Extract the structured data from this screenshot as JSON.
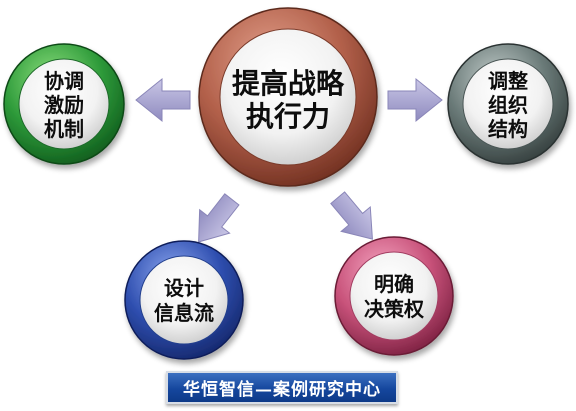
{
  "center": {
    "line1": "提高战略",
    "line2": "执行力",
    "ring_color": "#b2604a"
  },
  "nodes": {
    "coordinate": {
      "line1": "协调",
      "line2": "激励",
      "line3": "机制",
      "ring_color": "#2e9b3a"
    },
    "restructure": {
      "line1": "调整",
      "line2": "组织",
      "line3": "结构",
      "ring_color": "#6a7a78"
    },
    "info_flow": {
      "line1": "设计",
      "line2": "信息流",
      "ring_color": "#2f4fb0"
    },
    "authority": {
      "line1": "明确",
      "line2": "决策权",
      "ring_color": "#c8527a"
    }
  },
  "banner": {
    "text": "华恒智信—案例研究中心"
  }
}
